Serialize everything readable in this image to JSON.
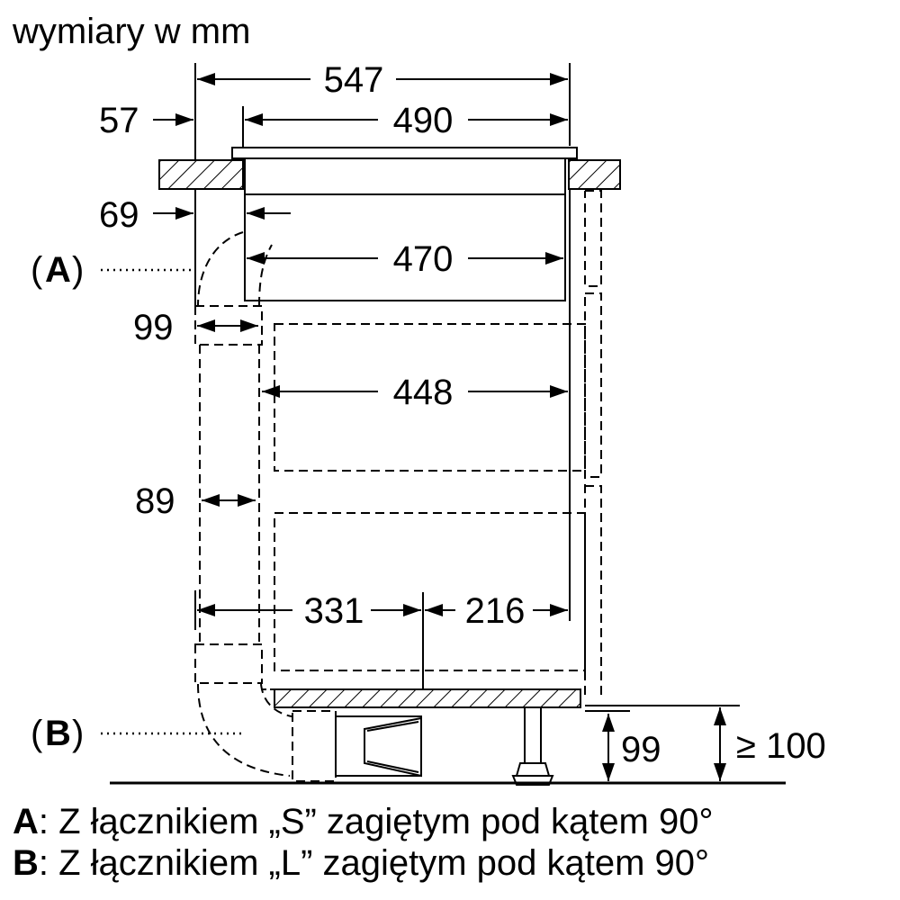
{
  "title": "wymiary w mm",
  "dimensions": {
    "d547": "547",
    "d490": "490",
    "d57": "57",
    "d69": "69",
    "d470": "470",
    "d99a": "99",
    "d448": "448",
    "d89": "89",
    "d331": "331",
    "d216": "216",
    "d99b": "99",
    "d100": "≥ 100"
  },
  "callouts": {
    "a_open": "(",
    "a": "A",
    "a_close": ")",
    "b_open": "(",
    "b": "B",
    "b_close": ")"
  },
  "legend": {
    "a_key": "A",
    "a_text": ": Z łącznikiem „S” zagiętym pod kątem 90°",
    "b_key": "B",
    "b_text": ": Z łącznikiem „L” zagiętym pod kątem 90°"
  }
}
